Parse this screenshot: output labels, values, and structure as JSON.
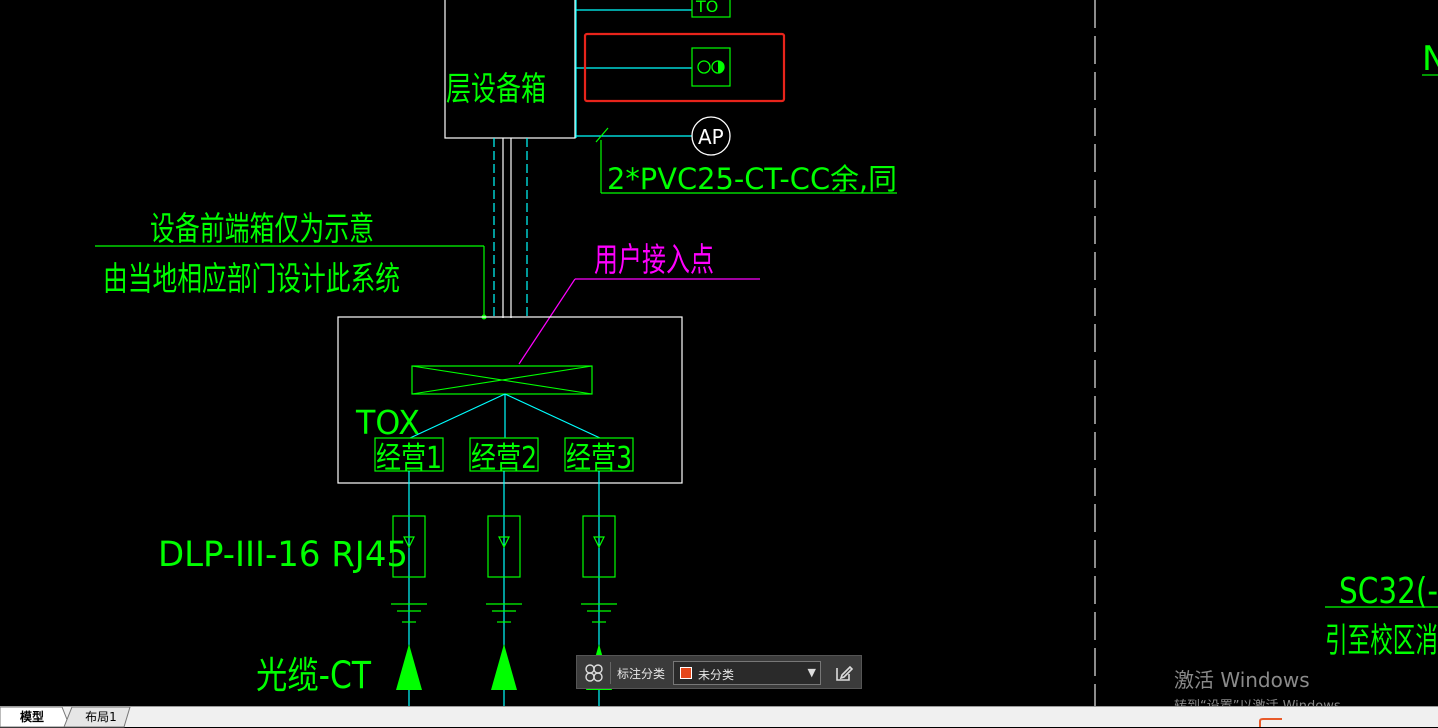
{
  "drawing": {
    "top_box_label": "TO",
    "equipment_box_label": "层设备箱",
    "ap_label": "AP",
    "cable_label": "2*PVC25-CT-CC余,同",
    "note_line1": "设备前端箱仅为示意",
    "note_line2": "由当地相应部门设计此系统",
    "user_access_label": "用户接入点",
    "tox_label": "TOX",
    "modules": [
      "经营1",
      "经营2",
      "经营3"
    ],
    "connector_label": "DLP-III-16 RJ45",
    "fiber_label": "光缆-CT",
    "right_top_fragment": "N",
    "right_sc_fragment": "SC32(-",
    "right_route_fragment": "引至校区消",
    "colors": {
      "green": "#00ff00",
      "cyan": "#00ffff",
      "magenta": "#ff00ff",
      "white": "#ffffff",
      "highlight": "#e8241b"
    }
  },
  "toolbar": {
    "annotation_category_label": "标注分类",
    "category_value": "未分类",
    "grid_icon": "grid-icon",
    "edit_icon": "edit-icon"
  },
  "watermark": {
    "line1": "激活 Windows",
    "line2": "转到“设置”以激活 Windows。"
  },
  "tabs": {
    "model": "模型",
    "layout1": "布局1"
  }
}
